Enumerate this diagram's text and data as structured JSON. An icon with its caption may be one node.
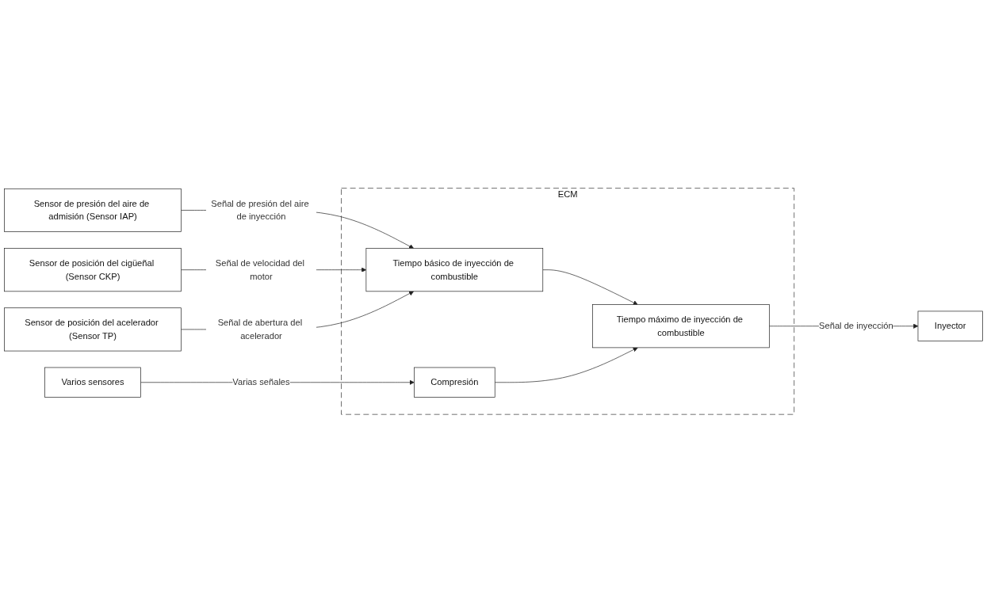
{
  "diagram": {
    "nodes": [
      {
        "text": [
          "Sensor de presión del aire de admisión (Sensor IAP)"
        ]
      },
      {
        "text": [
          "Sensor de posición del cigüeñal (Sensor CKP)"
        ]
      },
      {
        "text": [
          "Sensor de posición del acelerador (Sensor TP)"
        ]
      },
      {
        "text": [
          "Varios sensores"
        ]
      },
      {
        "text": [
          "Inyector"
        ]
      },
      {
        "text": [
          "ECM"
        ]
      },
      {
        "text": [
          "Tiempo básico de inyección de combustible"
        ],
        "in": 5
      },
      {
        "text": [
          "Compresión"
        ],
        "in": 5
      },
      {
        "text": [
          "Tiempo máximo de inyección de combustible"
        ],
        "in": 5
      }
    ],
    "edges": [
      {
        "from": 0,
        "to": 6,
        "arrow": "to",
        "label": "Señal de presión del aire de inyección"
      },
      {
        "from": 1,
        "to": 6,
        "arrow": "to",
        "label": "Señal de velocidad del motor"
      },
      {
        "from": 2,
        "to": 6,
        "arrow": "to",
        "label": "Señal de abertura del acelerador"
      },
      {
        "from": 3,
        "to": 7,
        "arrow": "to",
        "label": "Varias señales"
      },
      {
        "from": 6,
        "to": 8,
        "arrow": "to"
      },
      {
        "from": 7,
        "to": 8,
        "arrow": "to"
      },
      {
        "from": 8,
        "to": 4,
        "arrow": "to",
        "label": "Señal de inyección"
      }
    ]
  }
}
